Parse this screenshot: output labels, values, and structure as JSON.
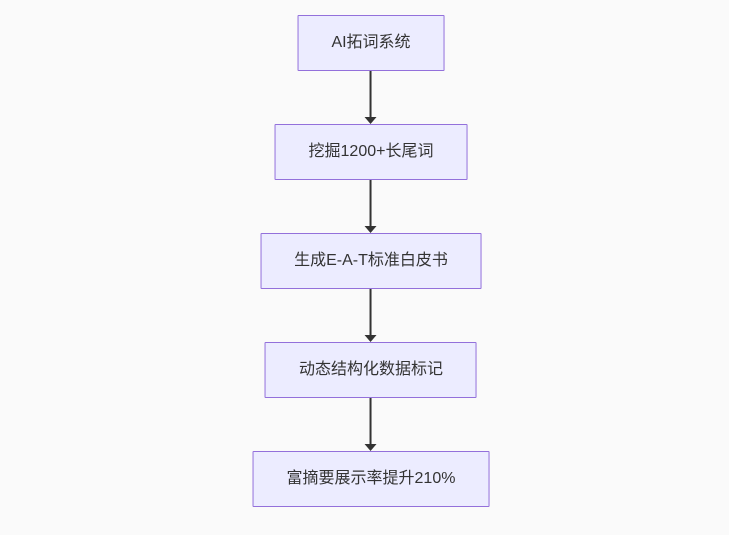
{
  "page": {
    "background_color": "#fafafa"
  },
  "flowchart": {
    "type": "vertical-flow",
    "direction": "top-down",
    "node_fill_color": "#ececff",
    "node_border_color": "#9370db",
    "arrow_color": "#333333",
    "text_color": "#333333",
    "nodes": [
      {
        "id": "node-1",
        "label": "AI拓词系统"
      },
      {
        "id": "node-2",
        "label": "挖掘1200+长尾词"
      },
      {
        "id": "node-3",
        "label": "生成E-A-T标准白皮书"
      },
      {
        "id": "node-4",
        "label": "动态结构化数据标记"
      },
      {
        "id": "node-5",
        "label": "富摘要展示率提升210%"
      }
    ],
    "edges": [
      {
        "from": "node-1",
        "to": "node-2"
      },
      {
        "from": "node-2",
        "to": "node-3"
      },
      {
        "from": "node-3",
        "to": "node-4"
      },
      {
        "from": "node-4",
        "to": "node-5"
      }
    ]
  }
}
